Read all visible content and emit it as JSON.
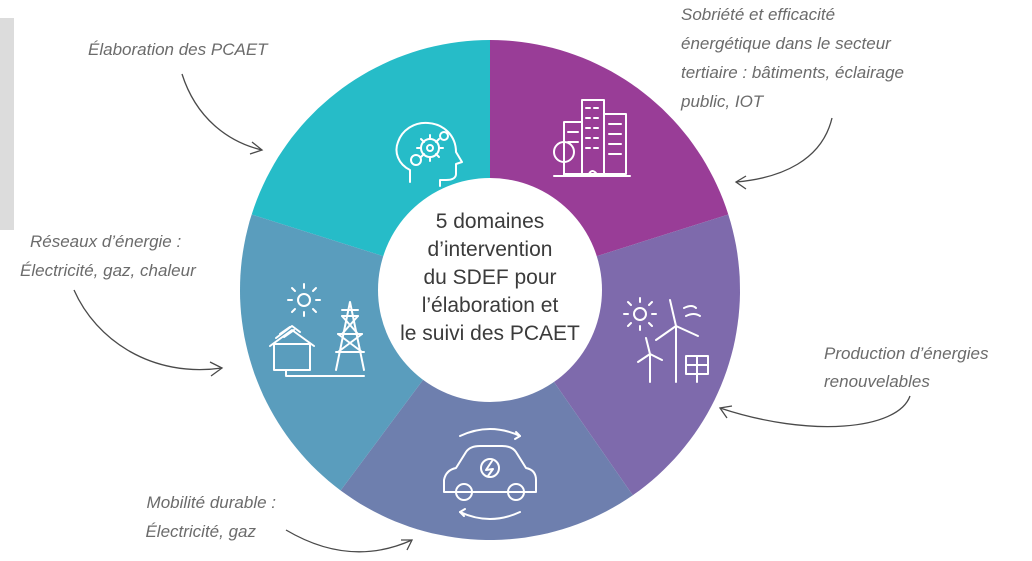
{
  "center": {
    "lines": [
      "5 domaines",
      "d’intervention",
      "du SDEF pour",
      "l’élaboration et",
      "le suivi des PCAET"
    ]
  },
  "captions": {
    "elaboration": [
      "Élaboration des PCAET"
    ],
    "sobriete": [
      "Sobriété et efficacité",
      "énergétique dans le secteur",
      "tertiaire : bâtiments, éclairage",
      "public, IOT"
    ],
    "production": [
      "Production d’énergies",
      "renouvelables"
    ],
    "mobilite": [
      "Mobilité durable :",
      "Électricité, gaz"
    ],
    "reseaux": [
      "Réseaux d’énergie :",
      "Électricité, gaz, chaleur"
    ]
  },
  "segments": [
    {
      "key": "elaboration",
      "color": "#26bcc8",
      "icon": "head-gears-icon"
    },
    {
      "key": "sobriete",
      "color": "#993d97",
      "icon": "city-buildings-icon"
    },
    {
      "key": "production",
      "color": "#7e6aac",
      "icon": "renewable-energy-icon"
    },
    {
      "key": "mobilite",
      "color": "#6e7fae",
      "icon": "electric-car-icon"
    },
    {
      "key": "reseaux",
      "color": "#5a9dbd",
      "icon": "energy-network-icon"
    }
  ],
  "colors": {
    "center_fill": "#ffffff",
    "left_bar": "#dcdcdc",
    "caption_text": "#6b6b6b"
  }
}
